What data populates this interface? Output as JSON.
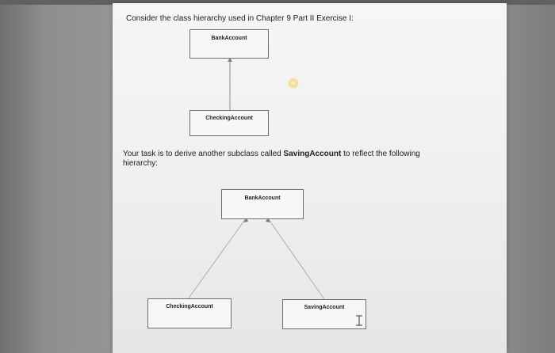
{
  "intro": "Consider the class hierarchy used in Chapter 9 Part II Exercise I:",
  "diagram1": {
    "parent": "BankAccount",
    "child": "CheckingAccount"
  },
  "task": {
    "before": "Your task is to derive another subclass called ",
    "emphasis": "SavingAccount",
    "after": " to reflect the following hierarchy:"
  },
  "diagram2": {
    "parent": "BankAccount",
    "left_child": "CheckingAccount",
    "right_child": "SavingAccount"
  },
  "colors": {
    "page": "#f2f2f1",
    "box_border": "#6e6e6e",
    "connector1": "#7a7a7a",
    "connector2": "#8aa4c0"
  },
  "icons": {
    "cursor": "text-cursor-icon"
  }
}
